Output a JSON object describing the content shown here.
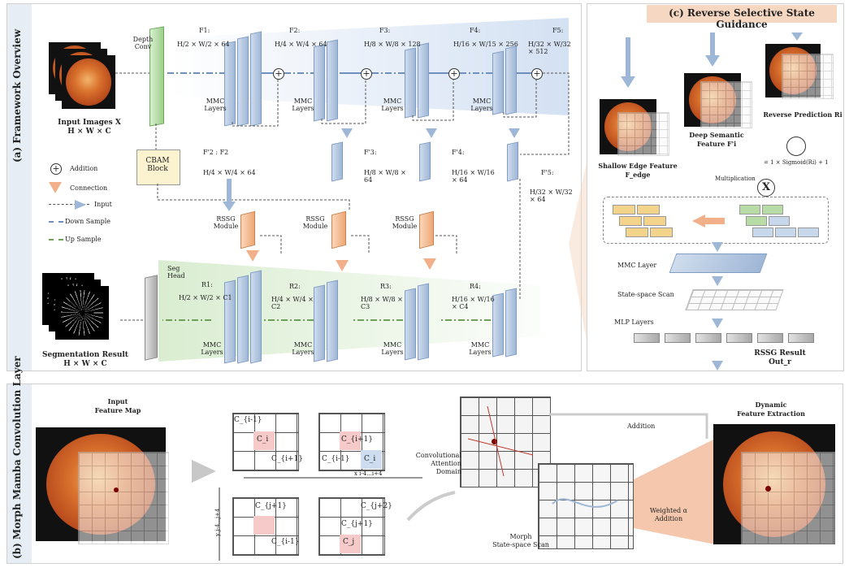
{
  "panel_a": {
    "side_label": "(a) Framework Overview",
    "input_label_1": "Input Images X",
    "input_label_2": "H × W × C",
    "depth_conv": "Depth Conv",
    "cbam": "CBAM Block",
    "seg_head": "Seg Head",
    "seg_result_1": "Segmentation Result",
    "seg_result_2": "H × W × C",
    "legend": {
      "addition": "Addition",
      "connection": "Connection",
      "input": "Input",
      "down_sample": "Down Sample",
      "up_sample": "Up Sample"
    },
    "encoder": [
      {
        "name": "F1:",
        "dim": "H/2 × W/2 × 64"
      },
      {
        "name": "F2:",
        "dim": "H/4 × W/4 × 64"
      },
      {
        "name": "F3:",
        "dim": "H/8 × W/8 × 128"
      },
      {
        "name": "F4:",
        "dim": "H/16 × W/15 × 256"
      },
      {
        "name": "F5:",
        "dim": "H/32 × W/32 × 512"
      }
    ],
    "mmc_layers": "MMC Layers",
    "reduced": [
      {
        "name": "F'2 : F2",
        "dim": "H/4 × W/4 × 64"
      },
      {
        "name": "F'3:",
        "dim": "H/8 × W/8 × 64"
      },
      {
        "name": "F'4:",
        "dim": "H/16 × W/16 × 64"
      },
      {
        "name": "F'5:",
        "dim": "H/32 × W/32 × 64"
      }
    ],
    "rssg_module": "RSSG Module",
    "decoder": [
      {
        "name": "R1:",
        "dim": "H/2 × W/2 × C1"
      },
      {
        "name": "R2:",
        "dim": "H/4 × W/4 × C2"
      },
      {
        "name": "R3:",
        "dim": "H/8 × W/8 × C3"
      },
      {
        "name": "R4:",
        "dim": "H/16 × W/16 × C4"
      }
    ]
  },
  "panel_c": {
    "title": "(c) Reverse Selective State Guidance",
    "shallow_1": "Shallow Edge Feature",
    "shallow_2": "F_edge",
    "deep_1": "Deep Semantic",
    "deep_2": "Feature F'i",
    "reverse": "Reverse Prediction Ri",
    "formula": "= 1 × Sigmoid(Ri) + 1",
    "multiplication": "Multiplication",
    "mult_symbol": "X",
    "mmc_layer": "MMC Layer",
    "state_space_scan": "State-space Scan",
    "mlp_layers": "MLP Layers",
    "result_1": "RSSG Result",
    "result_2": "Out_r"
  },
  "panel_b": {
    "side_label": "(b) Morph Mamba Convolution Layer",
    "input_1": "Input",
    "input_2": "Feature Map",
    "cells": {
      "c_i_minus_1": "C_{i-1}",
      "c_i": "C_i",
      "c_i_plus_1": "C_{i+1}",
      "c_j_plus_1": "C_{j+1}",
      "c_j": "C_j",
      "c_j_plus_2": "C_{j+2}"
    },
    "x_axis": "x i-4...i+4",
    "y_axis": "y j-4...j+4",
    "conv_attention_1": "Convolutional",
    "conv_attention_2": "Attention",
    "conv_attention_3": "Domain",
    "morph_1": "Morph",
    "morph_2": "State-space Scan",
    "addition": "Addition",
    "weighted_1": "Weighted α",
    "weighted_2": "Addition",
    "dynamic_1": "Dynamic",
    "dynamic_2": "Feature Extraction"
  },
  "colors": {
    "encoder_blue": "#9fb7d6",
    "decoder_green": "#9dcf8a",
    "rssg_orange": "#eea775",
    "title_bg": "#f6d7c2"
  }
}
